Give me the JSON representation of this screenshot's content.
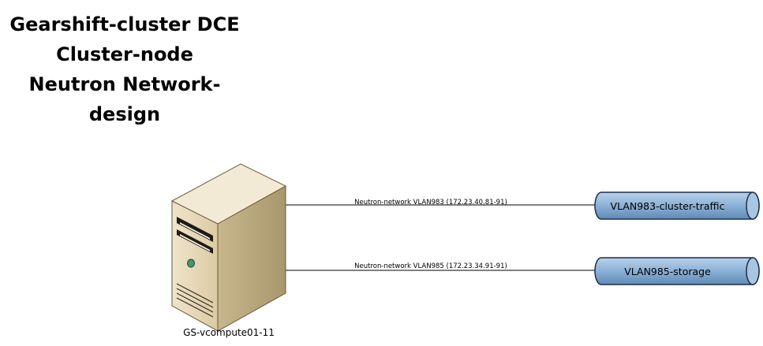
{
  "title": {
    "line1": "Gearshift-cluster DCE",
    "line2": "Cluster-node",
    "line3": "Neutron Network-",
    "line4": "design"
  },
  "server": {
    "label": "GS-vcompute01-11",
    "icon": "tower-server-icon"
  },
  "links": [
    {
      "label": "Neutron-network VLAN983  (172.23.40.81-91)",
      "target": "VLAN983-cluster-traffic"
    },
    {
      "label": "Neutron-network VLAN985 (172.23.34.91-91)",
      "target": "VLAN985-storage"
    }
  ],
  "colors": {
    "pipe_fill": "#8fb4d8",
    "pipe_stroke": "#1a2f4a",
    "server_front": "#e9dcc0",
    "server_side": "#c2b188",
    "server_top": "#f3ead6"
  }
}
